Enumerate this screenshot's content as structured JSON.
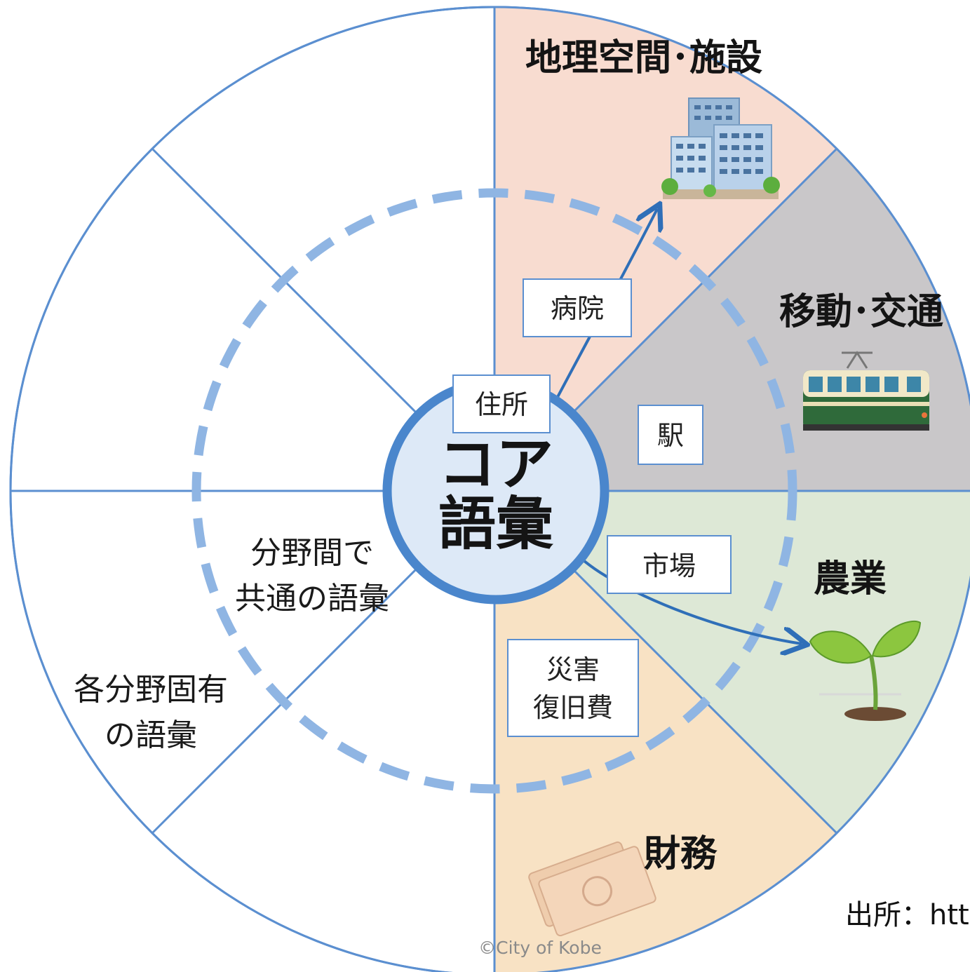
{
  "sectors": {
    "geo": {
      "title": "地理空間･施設",
      "color": "#f8dcd0",
      "icon": "buildings-icon"
    },
    "transport": {
      "title": "移動･交通",
      "color": "#c9c7c9",
      "icon": "tram-icon"
    },
    "agriculture": {
      "title": "農業",
      "color": "#dde8d6",
      "icon": "seedling-icon"
    },
    "finance": {
      "title": "財務",
      "color": "#f8e2c4",
      "icon": "money-icon"
    }
  },
  "core": {
    "line1": "コア",
    "line2": "語彙",
    "fill": "#dde9f7",
    "ring": "#4a86cc"
  },
  "labels": {
    "address": "住所",
    "hospital": "病院",
    "station": "駅",
    "market": "市場",
    "disaster_line1": "災害",
    "disaster_line2": "復旧費"
  },
  "annotations": {
    "common_line1": "分野間で",
    "common_line2": "共通の語彙",
    "specific_line1": "各分野固有",
    "specific_line2": "の語彙"
  },
  "source_label": "出所：htt",
  "copyright": "©City of Kobe",
  "colors": {
    "lines": "#5b8fd0",
    "dashed_ring": "#8fb5e3",
    "arrow": "#2f6fb8"
  }
}
